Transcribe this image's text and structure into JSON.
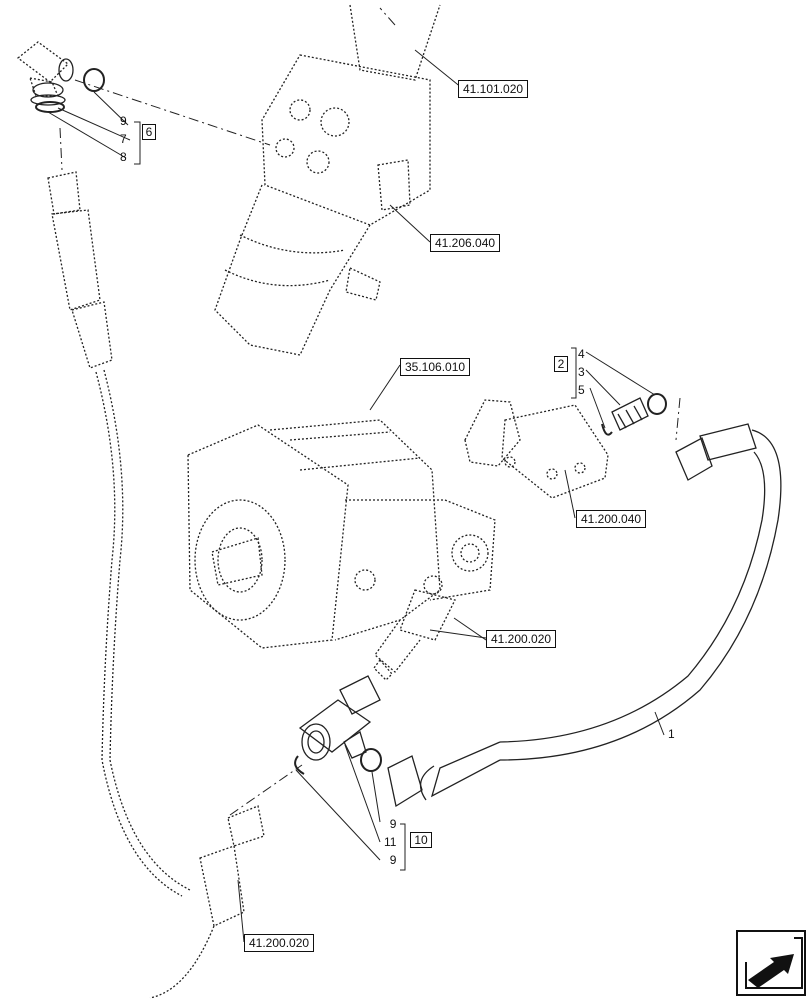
{
  "diagram": {
    "references": [
      {
        "label": "41.101.020"
      },
      {
        "label": "41.206.040"
      },
      {
        "label": "35.106.010"
      },
      {
        "label": "41.200.040"
      },
      {
        "label": "41.200.020"
      },
      {
        "label": "41.200.020"
      }
    ],
    "callouts": {
      "top_left": {
        "items": [
          "9",
          "7",
          "8"
        ],
        "kit": "6"
      },
      "right_valve": {
        "items": [
          "4",
          "3",
          "5"
        ],
        "kit": "2"
      },
      "hose": "1",
      "bottom_tee": {
        "items": [
          "9",
          "11",
          "9"
        ],
        "kit": "10"
      }
    },
    "nav_button": {
      "icon": "arrow-back-icon"
    }
  }
}
